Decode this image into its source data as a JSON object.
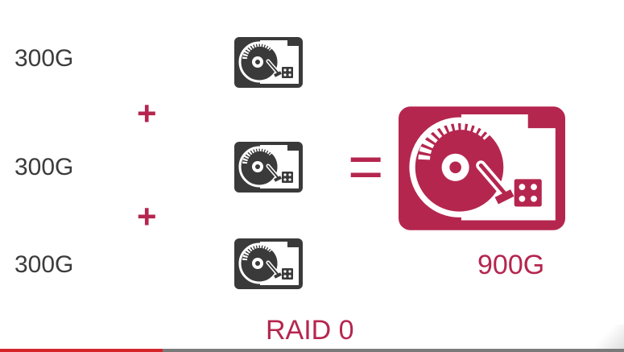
{
  "disks": [
    {
      "label": "300G"
    },
    {
      "label": "300G"
    },
    {
      "label": "300G"
    }
  ],
  "operators": {
    "plus": "+",
    "equals": "="
  },
  "result": {
    "label": "900G"
  },
  "title": "RAID 0",
  "colors": {
    "disk_dark": "#3a3a3a",
    "accent": "#b5264f",
    "text": "#3b3b3b"
  },
  "icons": {
    "disk": "hard-disk-icon",
    "result_disk": "hard-disk-large-icon"
  },
  "video": {
    "progress_fraction": 0.26
  }
}
